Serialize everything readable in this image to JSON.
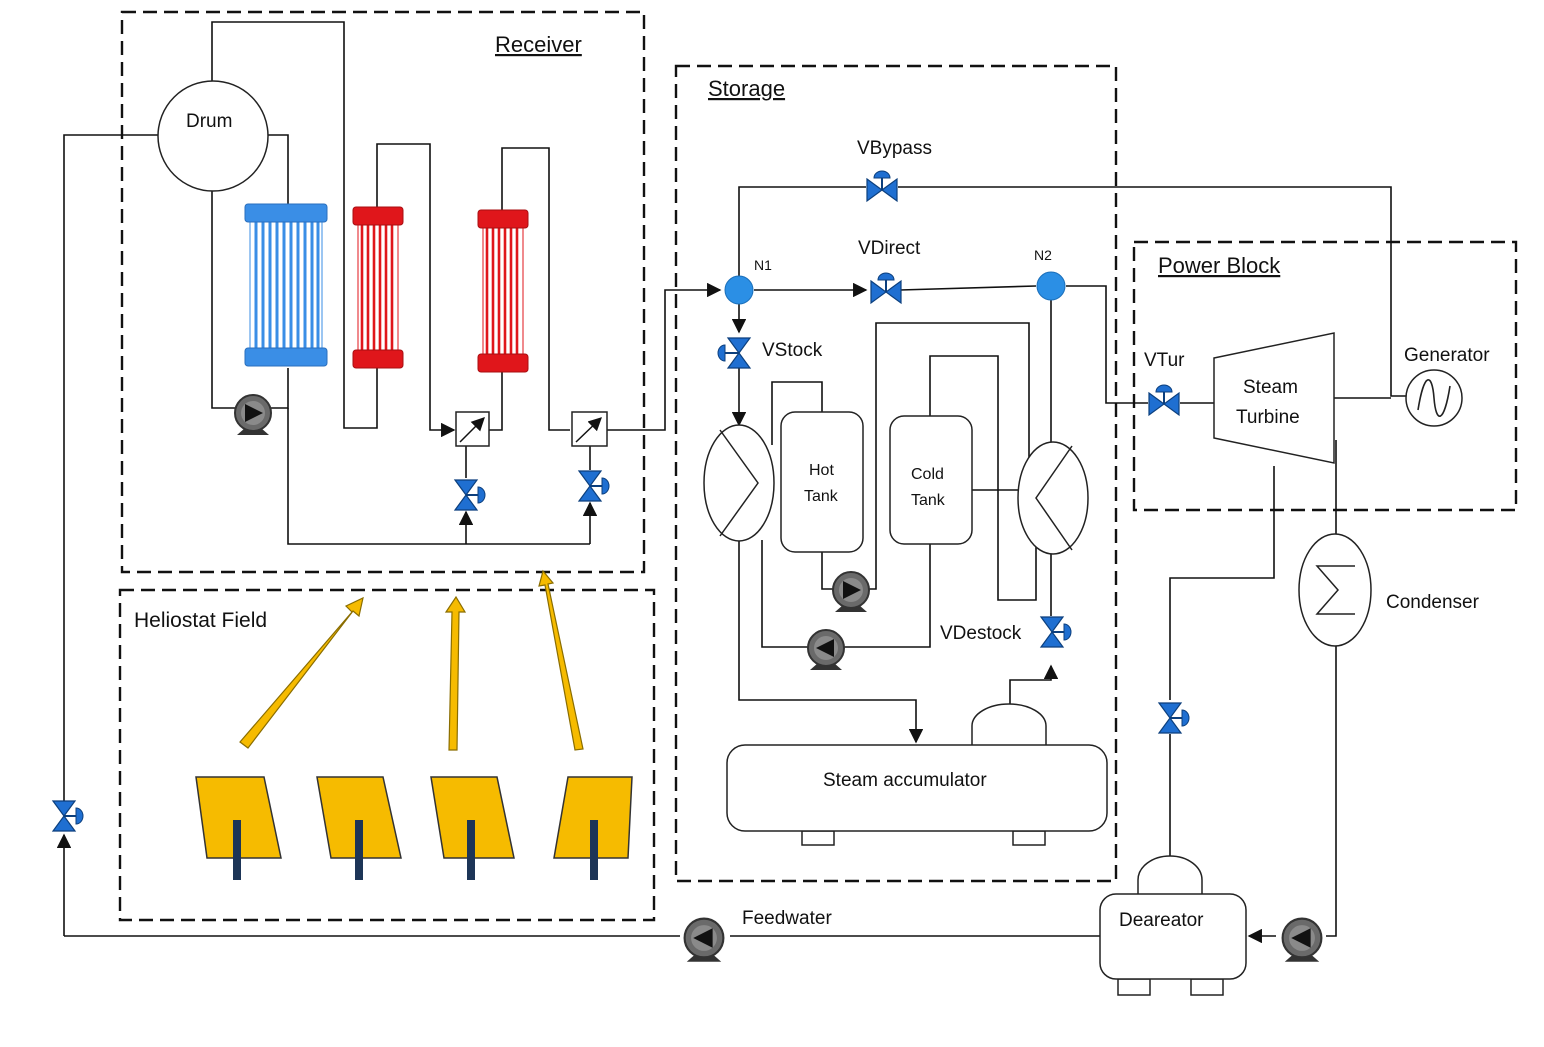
{
  "sections": {
    "receiver": "Receiver",
    "storage": "Storage",
    "power_block": "Power Block",
    "heliostat_field": "Heliostat Field"
  },
  "labels": {
    "drum": "Drum",
    "vbypass": "VBypass",
    "vdirect": "VDirect",
    "n1": "N1",
    "n2": "N2",
    "vstock": "VStock",
    "vtur": "VTur",
    "steam_turbine_line1": "Steam",
    "steam_turbine_line2": "Turbine",
    "generator": "Generator",
    "hot_tank_line1": "Hot",
    "hot_tank_line2": "Tank",
    "cold_tank_line1": "Cold",
    "cold_tank_line2": "Tank",
    "vdestock": "VDestock",
    "condenser": "Condenser",
    "steam_accumulator": "Steam accumulator",
    "feedwater": "Feedwater",
    "deareator": "Deareator"
  },
  "colors": {
    "evaporator": "#3a8ee6",
    "superheater": "#e0161b",
    "node": "#2b8fe5",
    "valve": "#1f6fd1",
    "heliostat": "#f6bb00",
    "heliostat_post": "#1d3557",
    "pump": "#555555"
  }
}
